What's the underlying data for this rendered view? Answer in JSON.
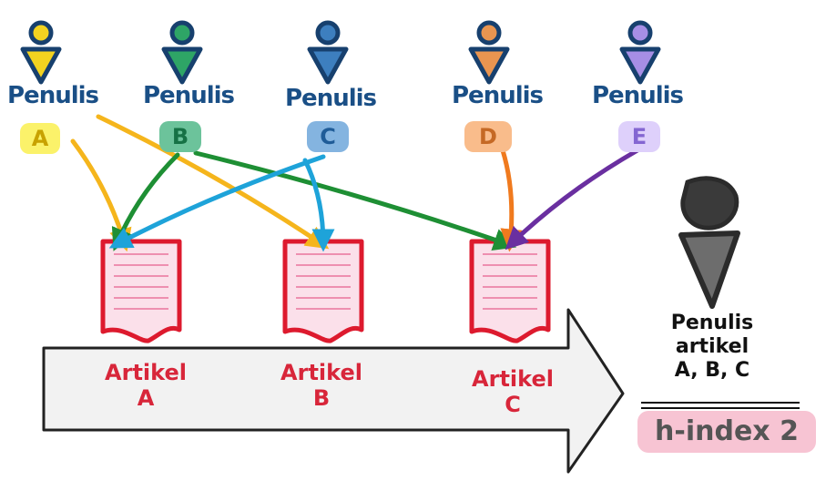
{
  "writers": [
    {
      "title": "Penulis",
      "letter": "A",
      "color": "#f3d320",
      "badge_color": "#fbf26a",
      "badge_text_color": "#c8a200"
    },
    {
      "title": "Penulis",
      "letter": "B",
      "color": "#2ea566",
      "badge_color": "#6cc39b",
      "badge_text_color": "#167245"
    },
    {
      "title": "Penulis",
      "letter": "C",
      "color": "#3d7fbf",
      "badge_color": "#84b4e0",
      "badge_text_color": "#1f5c98"
    },
    {
      "title": "Penulis",
      "letter": "D",
      "color": "#e99550",
      "badge_color": "#f9bc8b",
      "badge_text_color": "#c56925"
    },
    {
      "title": "Penulis",
      "letter": "E",
      "color": "#a68ee5",
      "badge_color": "#ded0fb",
      "badge_text_color": "#8466d2"
    }
  ],
  "articles": [
    {
      "line1": "Artikel",
      "line2": "A"
    },
    {
      "line1": "Artikel",
      "line2": "B"
    },
    {
      "line1": "Artikel",
      "line2": "C"
    }
  ],
  "citations": [
    {
      "from": "A",
      "to": "A",
      "color": "#f5b51c"
    },
    {
      "from": "A",
      "to": "B",
      "color": "#f5b51c"
    },
    {
      "from": "B",
      "to": "A",
      "color": "#1e8f34"
    },
    {
      "from": "B",
      "to": "C",
      "color": "#1e8f34"
    },
    {
      "from": "C",
      "to": "A",
      "color": "#1ea3d9"
    },
    {
      "from": "C",
      "to": "B",
      "color": "#1ea3d9"
    },
    {
      "from": "D",
      "to": "C",
      "color": "#f07a1e"
    },
    {
      "from": "E",
      "to": "C",
      "color": "#6a2fa0"
    }
  ],
  "summary": {
    "line1": "Penulis",
    "line2": "artikel",
    "line3": "A, B, C",
    "hindex": "h-index 2",
    "figure_color": "#3a3a3a"
  }
}
